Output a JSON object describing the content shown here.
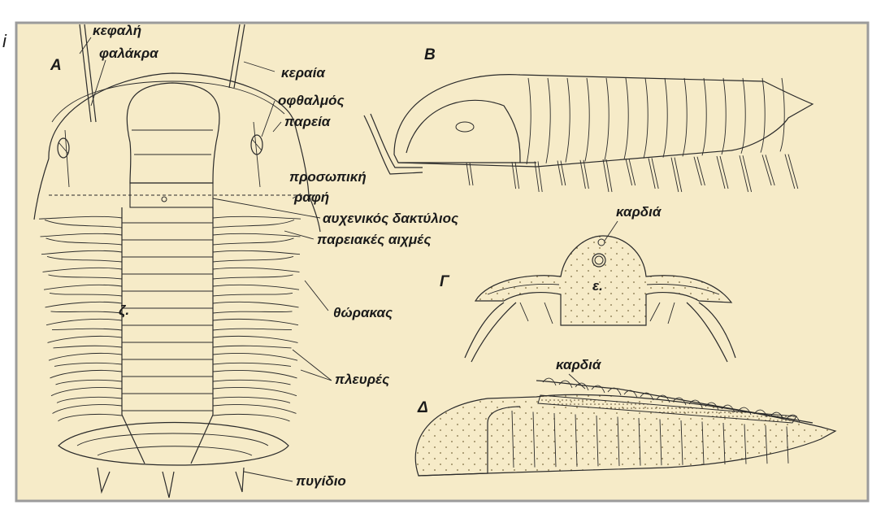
{
  "colors": {
    "paper": "#f6ebc8",
    "frame": "#9b9b9b",
    "ink": "#2a2a2a",
    "stipple": "#7a6a40"
  },
  "corner_mark": "i",
  "panels": {
    "A": "A",
    "B": "B",
    "C": "Γ",
    "D": "Δ"
  },
  "labels_A": {
    "kefali": "κεφαλή",
    "falakra": "φαλάκρα",
    "keraia": "κεραία",
    "ofthalmos": "οφθαλμός",
    "pareia": "παρεία",
    "prosopiki": "προσωπική",
    "rafi": "ραφή",
    "auxenikos": "αυχενικός δακτύλιος",
    "pareiakes": "παρειακές αιχμές",
    "thorakas": "θώρακας",
    "zeta": "ζ.",
    "pleures": "πλευρές",
    "pygidio": "πυγίδιο"
  },
  "labels_C": {
    "kardia": "καρδιά",
    "epsilon": "ε."
  },
  "labels_D": {
    "kardia": "καρδιά"
  }
}
